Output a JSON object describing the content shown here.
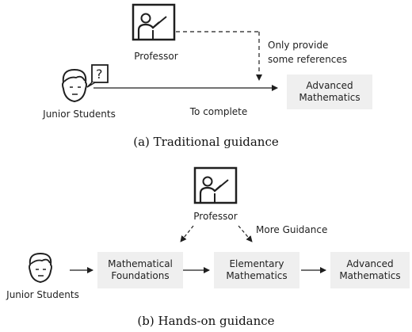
{
  "panel_a": {
    "professor_label": "Professor",
    "student_label": "Junior Students",
    "note_text": "Only provide\nsome references",
    "edge_label": "To complete",
    "target": "Advanced\nMathematics",
    "question_mark": "?",
    "caption": "(a)  Traditional guidance"
  },
  "panel_b": {
    "professor_label": "Professor",
    "guidance_label": "More Guidance",
    "student_label": "Junior Students",
    "steps": [
      "Mathematical\nFoundations",
      "Elementary\nMathematics",
      "Advanced\nMathematics"
    ],
    "caption": "(b)  Hands-on guidance"
  },
  "icons": [
    "teacher-at-board-icon",
    "confused-student-icon",
    "student-icon"
  ],
  "colors": {
    "box_fill": "#efefef",
    "ink": "#1f1f1f"
  }
}
